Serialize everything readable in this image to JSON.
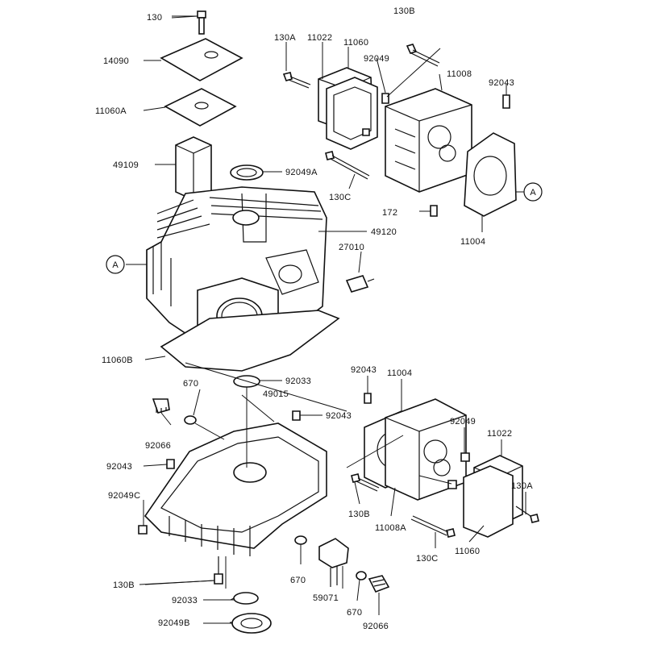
{
  "diagram": {
    "callouts": [
      {
        "id": "c1",
        "text": "130"
      },
      {
        "id": "c2",
        "text": "14090"
      },
      {
        "id": "c3",
        "text": "11060A"
      },
      {
        "id": "c4",
        "text": "49109"
      },
      {
        "id": "c5",
        "text": "130B"
      },
      {
        "id": "c6",
        "text": "130A"
      },
      {
        "id": "c7",
        "text": "11022"
      },
      {
        "id": "c8",
        "text": "11060"
      },
      {
        "id": "c9",
        "text": "92049"
      },
      {
        "id": "c10",
        "text": "11008"
      },
      {
        "id": "c11",
        "text": "92043"
      },
      {
        "id": "c12",
        "text": "92049A"
      },
      {
        "id": "c13",
        "text": "130C"
      },
      {
        "id": "c14",
        "text": "172"
      },
      {
        "id": "c15",
        "text": "11004"
      },
      {
        "id": "c16",
        "text": "49120"
      },
      {
        "id": "c17",
        "text": "27010"
      },
      {
        "id": "c18",
        "text": "11060B"
      },
      {
        "id": "c19",
        "text": "670"
      },
      {
        "id": "c20",
        "text": "92033"
      },
      {
        "id": "c21",
        "text": "49015"
      },
      {
        "id": "c22",
        "text": "92043"
      },
      {
        "id": "c23",
        "text": "11004"
      },
      {
        "id": "c24",
        "text": "92043"
      },
      {
        "id": "c25",
        "text": "92066"
      },
      {
        "id": "c26",
        "text": "92049"
      },
      {
        "id": "c27",
        "text": "11022"
      },
      {
        "id": "c28",
        "text": "92043"
      },
      {
        "id": "c29",
        "text": "92049C"
      },
      {
        "id": "c30",
        "text": "130A"
      },
      {
        "id": "c31",
        "text": "130B"
      },
      {
        "id": "c32",
        "text": "11008A"
      },
      {
        "id": "c33",
        "text": "130C"
      },
      {
        "id": "c34",
        "text": "11060"
      },
      {
        "id": "c35",
        "text": "670"
      },
      {
        "id": "c36",
        "text": "130B"
      },
      {
        "id": "c37",
        "text": "92033"
      },
      {
        "id": "c38",
        "text": "59071"
      },
      {
        "id": "c39",
        "text": "670"
      },
      {
        "id": "c40",
        "text": "92066"
      },
      {
        "id": "c41",
        "text": "92049B"
      }
    ],
    "reference_markers": [
      {
        "id": "r1",
        "text": "A"
      },
      {
        "id": "r2",
        "text": "A"
      }
    ]
  }
}
